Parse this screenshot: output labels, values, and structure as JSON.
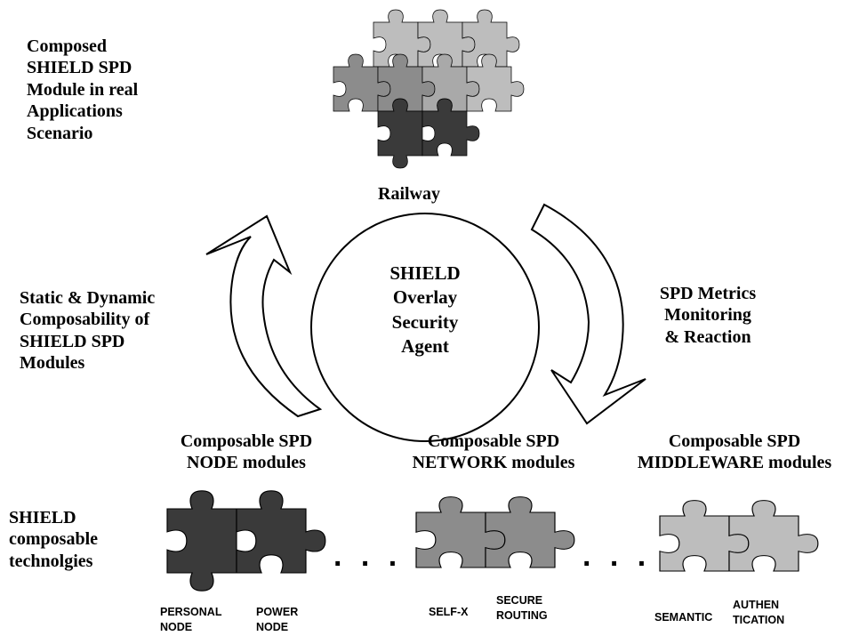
{
  "scenario": {
    "title_lines": [
      "Composed",
      "SHIELD SPD",
      "Module in real",
      "Applications",
      "Scenario"
    ],
    "railway_label": "Railway"
  },
  "center": {
    "lines": [
      "SHIELD",
      "Overlay",
      "Security",
      "Agent"
    ]
  },
  "left_arrow": {
    "lines": [
      "Static & Dynamic",
      "Composability of",
      "SHIELD SPD",
      "Modules"
    ]
  },
  "right_arrow": {
    "lines": [
      "SPD Metrics",
      "Monitoring",
      "& Reaction"
    ]
  },
  "technologies": {
    "lines": [
      "SHIELD",
      "composable",
      "technolgies"
    ]
  },
  "groups": [
    {
      "heading": [
        "Composable SPD",
        "NODE modules"
      ],
      "pieces": [
        [
          "PERSONAL",
          "NODE"
        ],
        [
          "POWER",
          "NODE"
        ]
      ],
      "color": "#3a3a3a"
    },
    {
      "heading": [
        "Composable SPD",
        "NETWORK modules"
      ],
      "pieces": [
        [
          "SELF-X"
        ],
        [
          "SECURE",
          "ROUTING"
        ]
      ],
      "color": "#8c8c8c"
    },
    {
      "heading": [
        "Composable SPD",
        "MIDDLEWARE modules"
      ],
      "pieces": [
        [
          "SEMANTIC"
        ],
        [
          "AUTHEN",
          "TICATION"
        ]
      ],
      "color": "#bdbdbd"
    }
  ],
  "ellipsis": ". . .",
  "colors": {
    "dark": "#3a3a3a",
    "mid": "#8c8c8c",
    "light": "#bdbdbd",
    "outline": "#000000"
  }
}
